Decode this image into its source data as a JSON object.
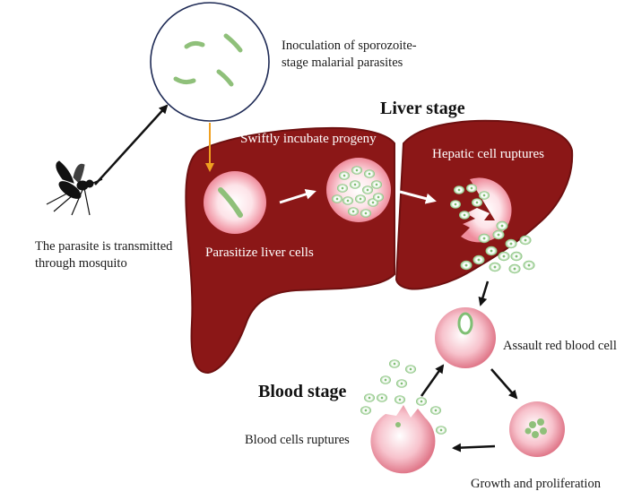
{
  "labels": {
    "inoculation_line1": "Inoculation of sporozoite-",
    "inoculation_line2": "stage malarial parasites",
    "liver_stage": "Liver stage",
    "swiftly_incubate": "Swiftly incubate progeny",
    "hepatic_ruptures": "Hepatic cell ruptures",
    "parasitize_liver": "Parasitize liver cells",
    "mosquito_line1": "The parasite is transmitted",
    "mosquito_line2": "through mosquito",
    "assault_rbc": "Assault red blood cell",
    "blood_stage": "Blood stage",
    "blood_ruptures": "Blood cells ruptures",
    "growth": "Growth and proliferation"
  },
  "colors": {
    "liver": "#8b1717",
    "liver_dark": "#6e1010",
    "parasite_green": "#8fc07a",
    "cell_pink": "#f4a0ad",
    "cell_core": "#ffffff",
    "arrow": "#111111",
    "arrow_orange": "#f0a020"
  },
  "icons": [
    "mosquito-icon",
    "sporozoite-icon",
    "liver-cell-icon",
    "red-blood-cell-icon",
    "merozoite-icon"
  ]
}
